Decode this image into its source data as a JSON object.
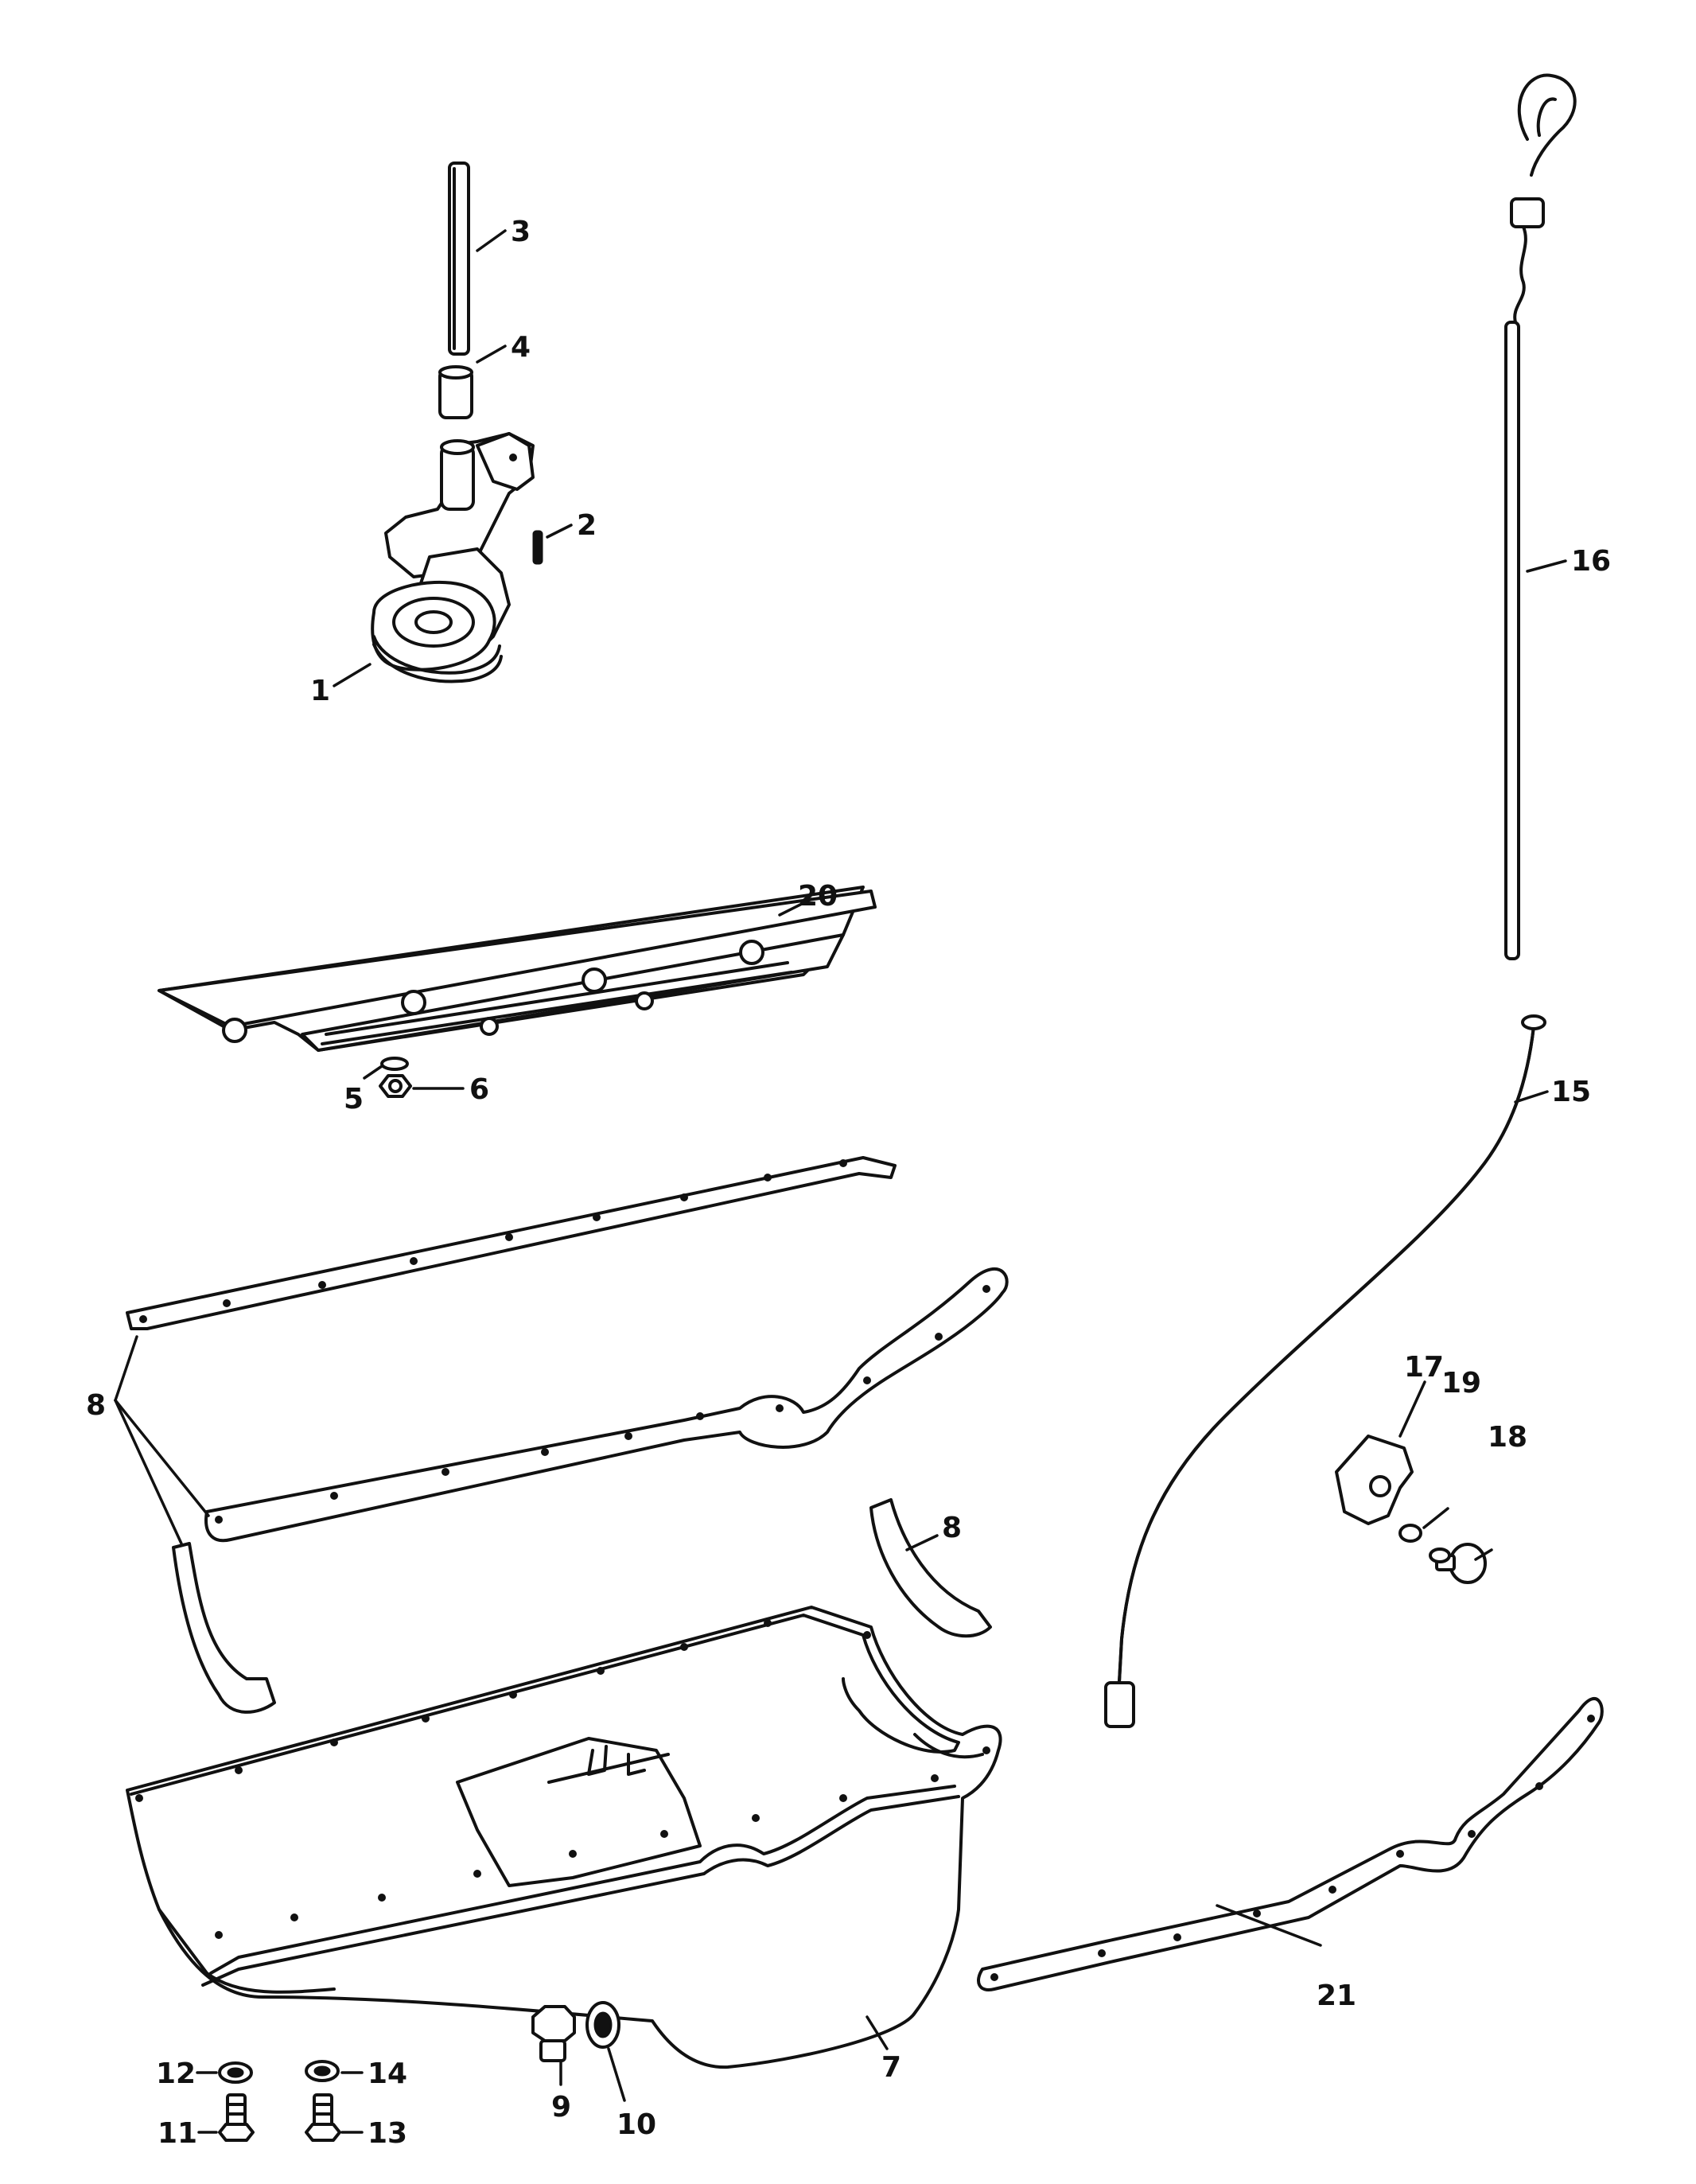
{
  "callouts": [
    {
      "id": "c1",
      "text": "1"
    },
    {
      "id": "c2",
      "text": "2"
    },
    {
      "id": "c3",
      "text": "3"
    },
    {
      "id": "c4",
      "text": "4"
    },
    {
      "id": "c5",
      "text": "5"
    },
    {
      "id": "c6",
      "text": "6"
    },
    {
      "id": "c7",
      "text": "7"
    },
    {
      "id": "c8a",
      "text": "8"
    },
    {
      "id": "c8b",
      "text": "8"
    },
    {
      "id": "c9",
      "text": "9"
    },
    {
      "id": "c10",
      "text": "10"
    },
    {
      "id": "c11",
      "text": "11"
    },
    {
      "id": "c12",
      "text": "12"
    },
    {
      "id": "c13",
      "text": "13"
    },
    {
      "id": "c14",
      "text": "14"
    },
    {
      "id": "c15",
      "text": "15"
    },
    {
      "id": "c16",
      "text": "16"
    },
    {
      "id": "c17",
      "text": "17"
    },
    {
      "id": "c18",
      "text": "18"
    },
    {
      "id": "c19",
      "text": "19"
    },
    {
      "id": "c20",
      "text": "20"
    },
    {
      "id": "c21",
      "text": "21"
    }
  ]
}
